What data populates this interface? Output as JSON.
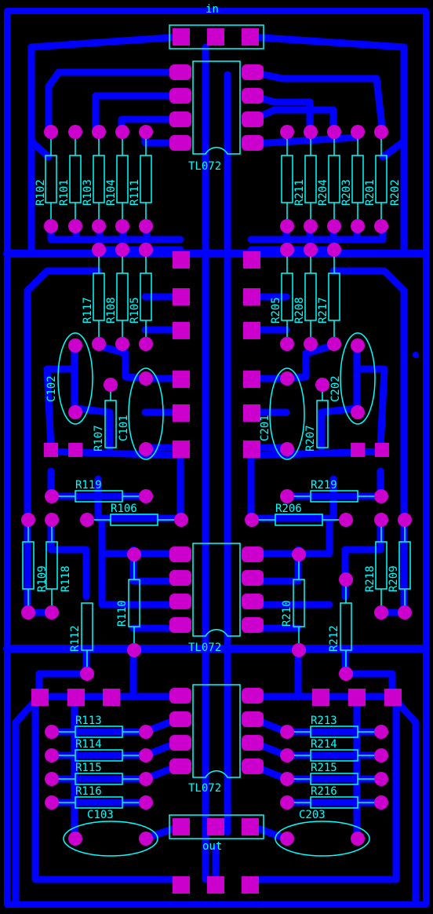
{
  "colors": {
    "background": "#000000",
    "copper": "#0000ff",
    "pad": "#cc00cc",
    "silkscreen": "#00ffff"
  },
  "connectors": {
    "input": "in",
    "output": "out"
  },
  "ics": [
    {
      "ref": "TL072-top",
      "label": "TL072"
    },
    {
      "ref": "TL072-mid",
      "label": "TL072"
    },
    {
      "ref": "TL072-bot",
      "label": "TL072"
    }
  ],
  "resistors_left_top": [
    "R102",
    "R101",
    "R103",
    "R104",
    "R111"
  ],
  "resistors_right_top": [
    "R211",
    "R204",
    "R203",
    "R201",
    "R202"
  ],
  "resistors_left_mid": [
    "R117",
    "R108",
    "R105"
  ],
  "resistors_right_mid": [
    "R205",
    "R208",
    "R217"
  ],
  "capacitors_mid": [
    "C102",
    "C101",
    "C201",
    "C202"
  ],
  "resistors_vertical_small": [
    "R107",
    "R207"
  ],
  "resistors_horizontal_mid": [
    "R119",
    "R106",
    "R219",
    "R206"
  ],
  "resistors_side": [
    "R109",
    "R118",
    "R218",
    "R209"
  ],
  "resistors_lower": [
    "R110",
    "R112",
    "R210",
    "R212"
  ],
  "resistors_bottom_left": [
    "R113",
    "R114",
    "R115",
    "R116"
  ],
  "resistors_bottom_right": [
    "R213",
    "R214",
    "R215",
    "R216"
  ],
  "capacitors_bottom": [
    "C103",
    "C203"
  ]
}
